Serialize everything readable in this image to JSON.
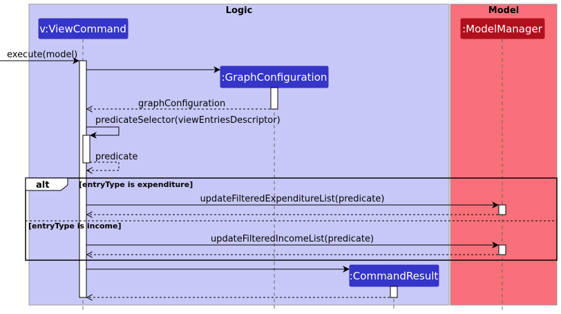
{
  "boxes": {
    "logic": {
      "title": "Logic",
      "color": "#C8C8F8"
    },
    "model": {
      "title": "Model",
      "color": "#F8707A"
    }
  },
  "participants": {
    "view_command": "v:ViewCommand",
    "graph_configuration": ":GraphConfiguration",
    "command_result": ":CommandResult",
    "model_manager": ":ModelManager"
  },
  "participant_colors": {
    "logic_participant": "#3535C8",
    "model_participant": "#B0101E"
  },
  "messages": {
    "execute": "execute(model)",
    "graph_configuration_return": "graphConfiguration",
    "predicate_selector": "predicateSelector(viewEntriesDescriptor)",
    "predicate_return": "predicate",
    "update_expenditure": "updateFilteredExpenditureList(predicate)",
    "update_income": "updateFilteredIncomeList(predicate)"
  },
  "fragment": {
    "operator": "alt",
    "guard_expenditure": "[entryType is expenditure]",
    "guard_income": "[entryType is income]"
  }
}
